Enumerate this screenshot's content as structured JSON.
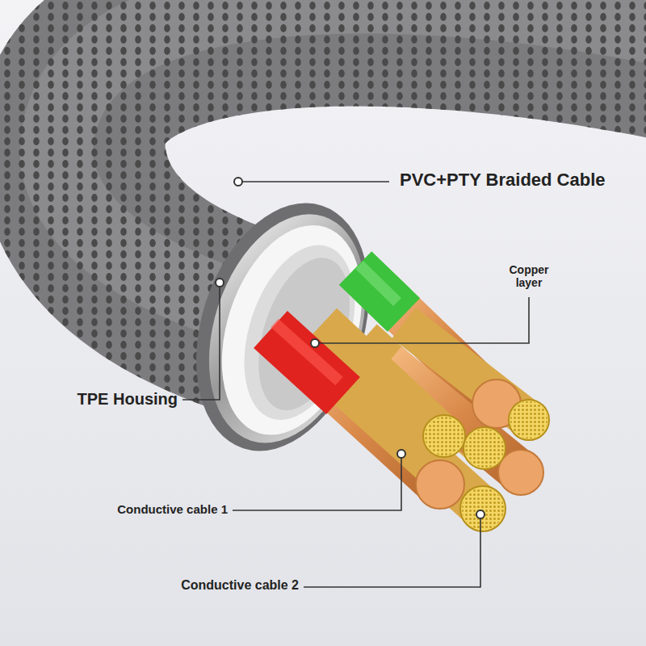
{
  "diagram": {
    "labels": [
      "PVC+PTY Braided Cable",
      "Copper layer",
      "TPE Housing",
      "Conductive cable 1",
      "Conductive cable 2"
    ]
  }
}
